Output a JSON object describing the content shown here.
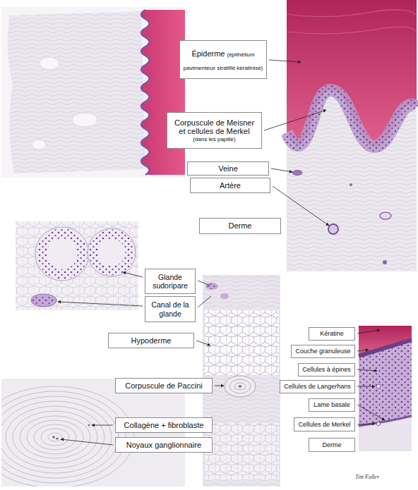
{
  "diagram": {
    "nodes": [
      {
        "text": [
          "Épiderme",
          "(épithélium pavimenteux stratifié kératinisé)"
        ]
      },
      {
        "text": [
          "Corpuscule de Meisner et cellules de Merkel",
          "(dans les papille)"
        ]
      },
      {
        "text": [
          "Veine"
        ]
      },
      {
        "text": [
          "Artère"
        ]
      },
      {
        "text": [
          "Derme"
        ]
      },
      {
        "text": [
          "Glande sudoripare"
        ]
      },
      {
        "text": [
          "Canal de la glande"
        ]
      },
      {
        "text": [
          "Hypoderme"
        ]
      },
      {
        "text": [
          "Corpuscule de Paccini"
        ]
      },
      {
        "text": [
          "Collagène + fibroblaste"
        ]
      },
      {
        "text": [
          "Noyaux ganglionnaire"
        ]
      },
      {
        "text": [
          "Kératine"
        ]
      },
      {
        "text": [
          "Couche granuleuse"
        ]
      },
      {
        "text": [
          "Cellules à épines"
        ]
      },
      {
        "text": [
          "Cellules de Langerhans"
        ]
      },
      {
        "text": [
          "Lame basale"
        ]
      },
      {
        "text": [
          "Cellules de Merkel"
        ]
      },
      {
        "text": [
          "Derme"
        ]
      }
    ],
    "labels": [
      "Tim Fuller"
    ]
  }
}
